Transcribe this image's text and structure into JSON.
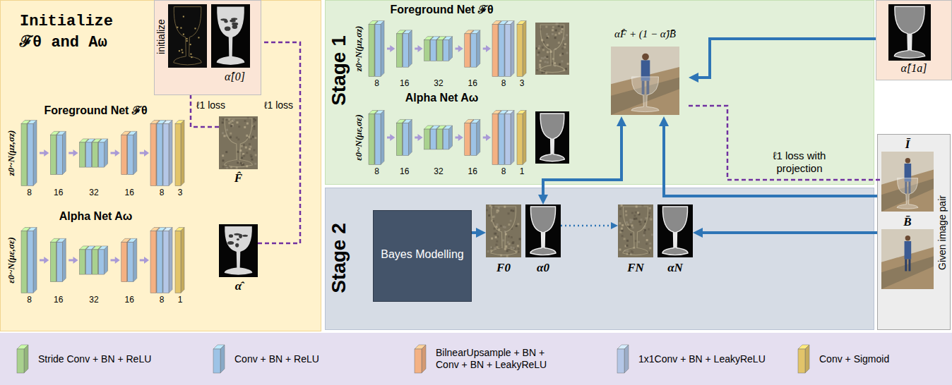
{
  "diagram": {
    "nodes": [
      {
        "text": [
          "Initialize ℱθ and Aω"
        ]
      },
      {
        "text": [
          "initialize",
          "α̂[0]"
        ],
        "in": 0
      },
      {
        "text": [
          "Foreground Net ℱθ"
        ],
        "in": 0
      },
      {
        "text": [
          "F̂"
        ],
        "in": 0
      },
      {
        "text": [
          "Alpha Net Aω"
        ],
        "in": 0
      },
      {
        "text": [
          "α̂"
        ],
        "in": 0
      },
      {
        "text": [
          "Stage 1"
        ]
      },
      {
        "text": [
          "Foreground Net ℱθ"
        ],
        "in": 6
      },
      {
        "text": [
          "Alpha Net Aω"
        ],
        "in": 6
      },
      {
        "text": [
          "α̂F̂ + (1 − α̂)B̄"
        ],
        "in": 6
      },
      {
        "text": [
          "α̂[1a]"
        ]
      },
      {
        "text": [
          "Given image pair"
        ]
      },
      {
        "text": [
          "Ī"
        ],
        "in": 11
      },
      {
        "text": [
          "B̄"
        ],
        "in": 11
      },
      {
        "text": [
          "Stage 2"
        ]
      },
      {
        "text": [
          "Bayes Modelling"
        ],
        "in": 14
      },
      {
        "text": [
          "F0"
        ],
        "in": 14
      },
      {
        "text": [
          "α0"
        ],
        "in": 14
      },
      {
        "text": [
          "FN"
        ],
        "in": 14
      },
      {
        "text": [
          "αN"
        ],
        "in": 14
      }
    ],
    "edges": [
      {
        "from": 3,
        "to": 1,
        "label": "ℓ1 loss",
        "arrow": "none"
      },
      {
        "from": 5,
        "to": 1,
        "label": "ℓ1 loss",
        "arrow": "none"
      },
      {
        "from": 10,
        "to": 9,
        "arrow": "to"
      },
      {
        "from": 9,
        "to": 12,
        "label": "ℓ1 loss with projection",
        "arrow": "none"
      },
      {
        "from": 11,
        "to": 9,
        "arrow": "to"
      },
      {
        "from": 9,
        "to": 17,
        "arrow": "both"
      },
      {
        "from": 11,
        "to": 19,
        "arrow": "to"
      },
      {
        "from": 15,
        "to": 16,
        "arrow": "to"
      },
      {
        "from": 17,
        "to": 18,
        "arrow": "to"
      }
    ],
    "labels": [
      "8",
      "16",
      "32",
      "16",
      "8",
      "3",
      "z0~N(μz,σz)",
      "8",
      "16",
      "32",
      "16",
      "8",
      "1",
      "ε0~N(με,σε)",
      "8",
      "16",
      "32",
      "16",
      "8",
      "3",
      "z0~N(μz,σz)",
      "8",
      "16",
      "32",
      "16",
      "8",
      "1",
      "ε0~N(με,σε)"
    ],
    "legend": [
      {
        "text": "Stride Conv + BN + ReLU",
        "color": "#a9d18e"
      },
      {
        "text": "Conv + BN + ReLU",
        "color": "#9dc3e6"
      },
      {
        "text": "BilnearUpsample + BN + Conv + BN + LeakyReLU",
        "color": "#f4b183"
      },
      {
        "text": "1x1Conv + BN + LeakyReLU",
        "color": "#b4c7e7"
      },
      {
        "text": "Conv + Sigmoid",
        "color": "#e2c46a"
      }
    ]
  }
}
